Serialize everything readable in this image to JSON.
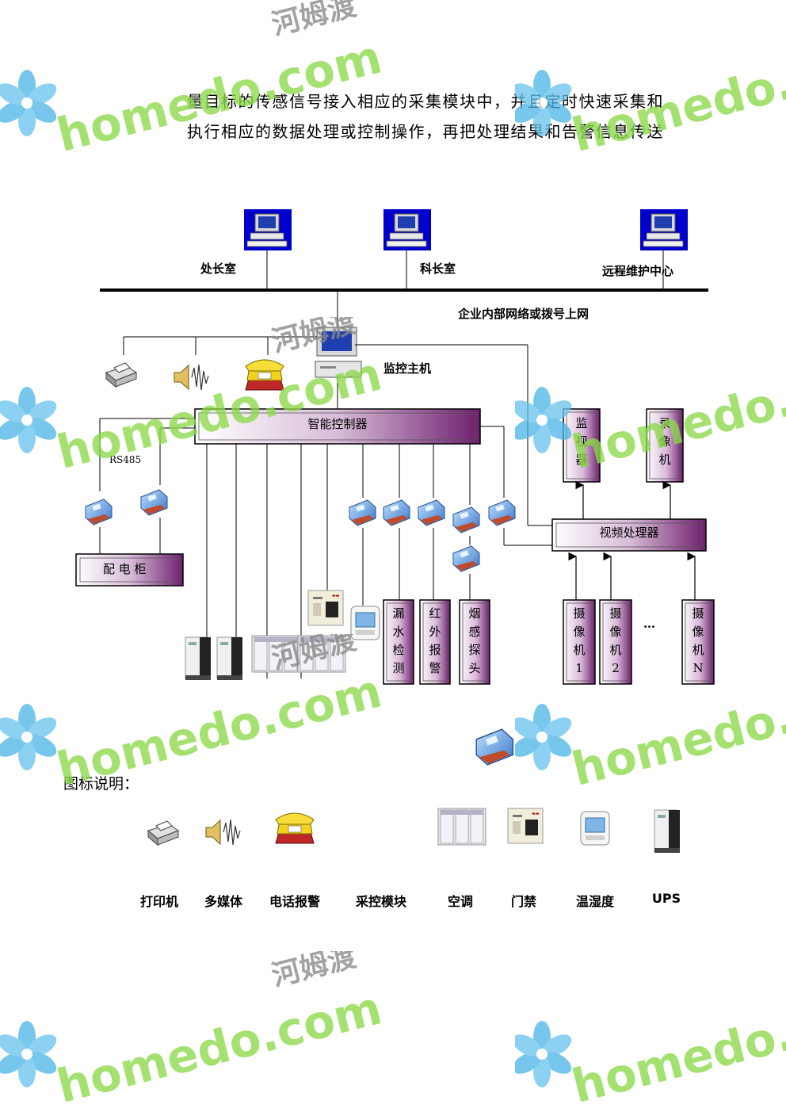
{
  "paragraph": {
    "line1": "量目标的传感信号接入相应的采集模块中，并且定时快速采集和",
    "line2": "执行相应的数据处理或控制操作，再把处理结果和告警信息传送"
  },
  "diagram": {
    "terminals": [
      "处长室",
      "科长室",
      "远程维护中心"
    ],
    "network_label": "企业内部网络或拨号上网",
    "host_label": "监控主机",
    "controller_label": "智能控制器",
    "rs485_label": "RS485",
    "distribution_label": "配 电 柜",
    "monitor_label": "监视器",
    "recorder_label": "录像机",
    "video_processor_label": "视频处理器",
    "sensors": [
      "漏水检测",
      "红外报警",
      "烟感探头"
    ],
    "cameras": [
      "摄像机1",
      "摄像机2",
      "摄像机N"
    ],
    "camera_ellipsis": "…"
  },
  "legend": {
    "title": "图标说明：",
    "items": [
      {
        "label": "打印机",
        "icon": "printer-icon"
      },
      {
        "label": "多媒体",
        "icon": "speaker-icon"
      },
      {
        "label": "电话报警",
        "icon": "telephone-icon"
      },
      {
        "label": "采控模块",
        "icon": "module-icon"
      },
      {
        "label": "空调",
        "icon": "air-conditioner-icon"
      },
      {
        "label": "门禁",
        "icon": "access-control-icon"
      },
      {
        "label": "温湿度",
        "icon": "thermo-hygrometer-icon"
      },
      {
        "label": "UPS",
        "icon": "ups-icon"
      }
    ]
  },
  "watermark": {
    "text": "homedo.com",
    "cn": "河姆渡"
  },
  "colors": {
    "box_gradient_start": "#ffffff",
    "box_gradient_end": "#7a2a7a",
    "computer_bg": "#0000cc",
    "watermark_green": "#8cd94a",
    "watermark_blue": "#4ab3e6"
  }
}
